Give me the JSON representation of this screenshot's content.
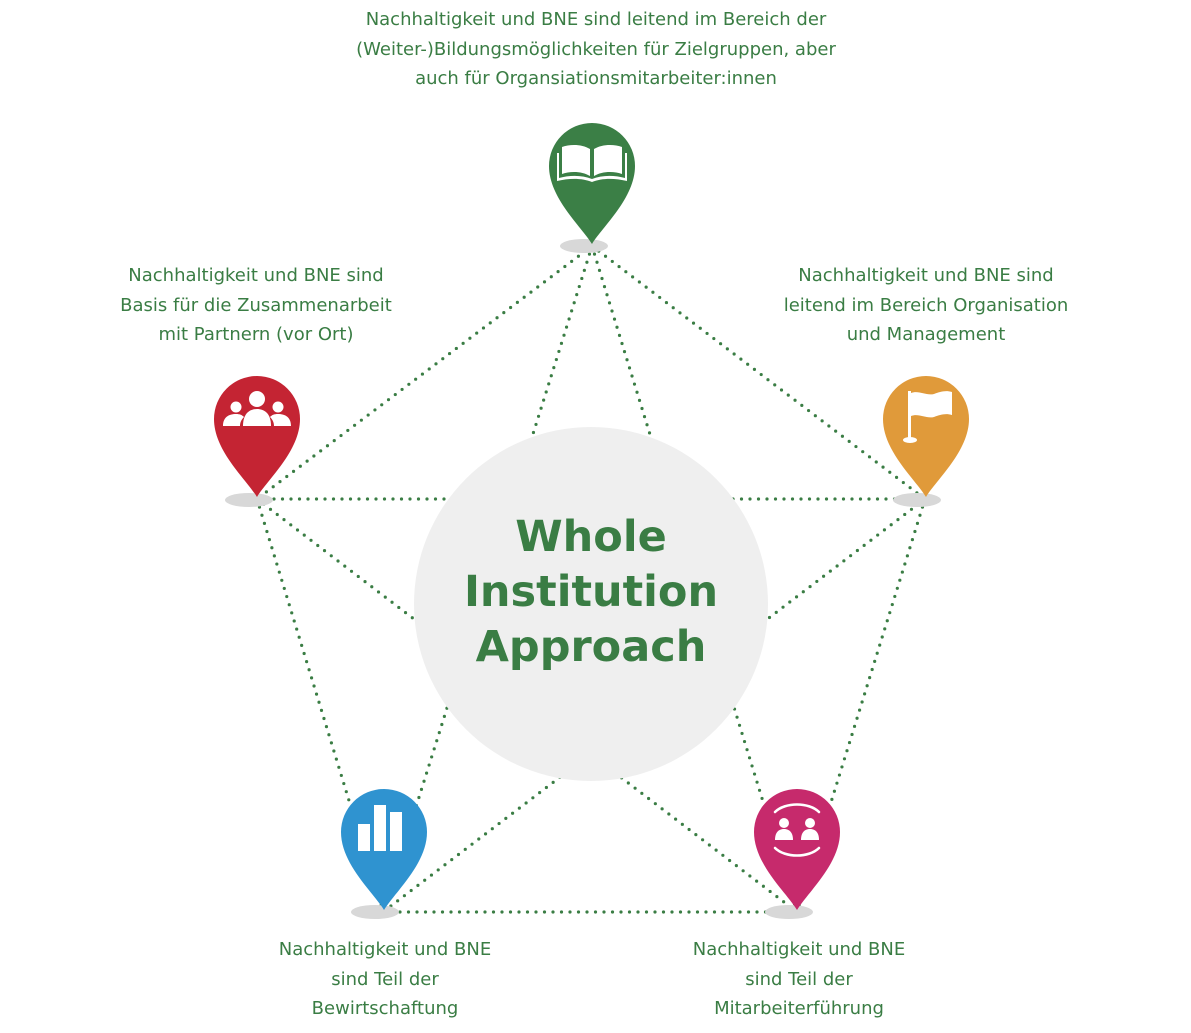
{
  "center": {
    "title_lines": [
      "Whole",
      "Institution",
      "Approach"
    ]
  },
  "colors": {
    "text": "#3a7d44",
    "connector": "#3a7d44",
    "circle": "#efefef",
    "shadow": "#d8d8d8",
    "pin_top": "#3b7f46",
    "pin_left": "#c42433",
    "pin_right": "#e09a3a",
    "pin_bottom_left": "#2f93d0",
    "pin_bottom_right": "#c62a6c"
  },
  "nodes": {
    "top": {
      "icon": "open-book-icon",
      "label_lines": [
        "Nachhaltigkeit und BNE sind leitend im Bereich der",
        "(Weiter-)Bildungsmöglichkeiten für Zielgruppen, aber",
        "auch für Organsiationsmitarbeiter:innen"
      ]
    },
    "left": {
      "icon": "people-group-icon",
      "label_lines": [
        "Nachhaltigkeit und BNE sind",
        "Basis für die Zusammenarbeit",
        "mit Partnern (vor Ort)"
      ]
    },
    "right": {
      "icon": "flag-icon",
      "label_lines": [
        "Nachhaltigkeit und BNE sind",
        "leitend im Bereich Organisation",
        "und Management"
      ]
    },
    "bottom_left": {
      "icon": "bar-chart-icon",
      "label_lines": [
        "Nachhaltigkeit und BNE",
        "sind Teil der",
        "Bewirtschaftung"
      ]
    },
    "bottom_right": {
      "icon": "two-people-exchange-icon",
      "label_lines": [
        "Nachhaltigkeit und BNE",
        "sind Teil der",
        "Mitarbeiterführung"
      ]
    }
  }
}
